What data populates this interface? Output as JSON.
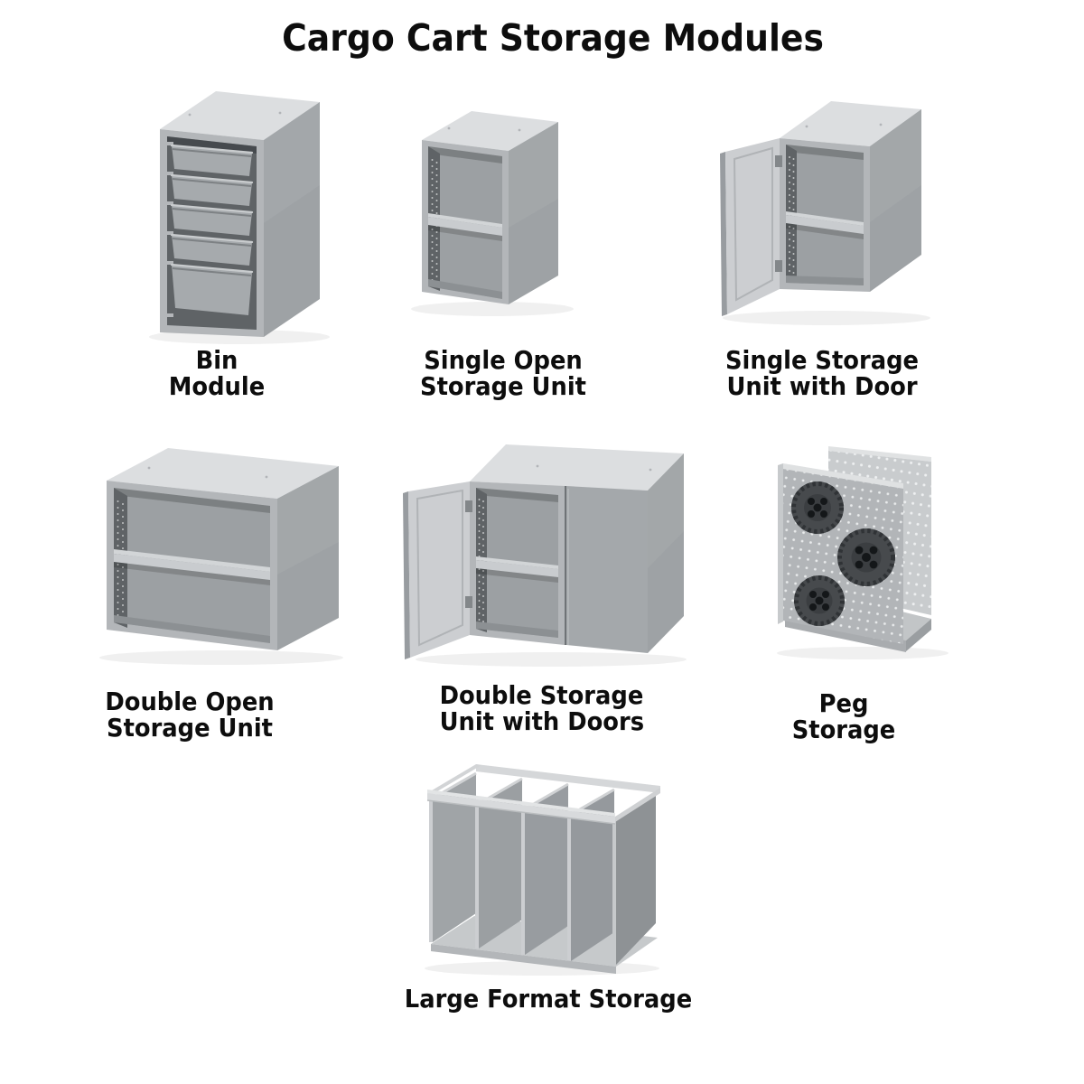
{
  "title": "Cargo Cart Storage Modules",
  "modules": [
    {
      "name": "bin-module",
      "lines": [
        "Bin",
        "Module"
      ]
    },
    {
      "name": "single-open-storage-unit",
      "lines": [
        "Single Open",
        "Storage Unit"
      ]
    },
    {
      "name": "single-storage-unit-with-door",
      "lines": [
        "Single Storage",
        "Unit with Door"
      ]
    },
    {
      "name": "double-open-storage-unit",
      "lines": [
        "Double Open",
        "Storage Unit"
      ]
    },
    {
      "name": "double-storage-unit-with-doors",
      "lines": [
        "Double Storage",
        "Unit with Doors"
      ]
    },
    {
      "name": "peg-storage",
      "lines": [
        "Peg",
        "Storage"
      ]
    },
    {
      "name": "large-format-storage",
      "lines": [
        "Large Format Storage"
      ]
    }
  ],
  "colors": {
    "page_bg": "#ffffff",
    "text": "#0d0d0d",
    "cabinet_top": "#dcdee0",
    "cabinet_front": "#b3b6b9",
    "cabinet_side": "#9ea2a5",
    "cabinet_interior_back": "#9ca0a3",
    "cabinet_interior_dark": "#5f6366",
    "shelf_edge": "#c9cccf",
    "door_inner": "#ccced1",
    "bin": "#a6aaad",
    "reel": "#474a4d"
  }
}
